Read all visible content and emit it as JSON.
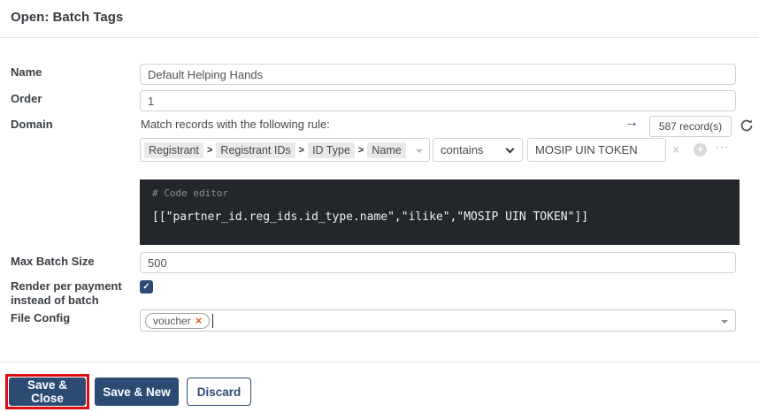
{
  "window": {
    "title": "Open: Batch Tags"
  },
  "form": {
    "name": {
      "label": "Name",
      "value": "Default Helping Hands"
    },
    "order": {
      "label": "Order",
      "value": "1"
    },
    "domain": {
      "label": "Domain",
      "intro": "Match records with the following rule:",
      "record_count": "587 record(s)",
      "rule": {
        "field_path": [
          "Registrant",
          "Registrant IDs",
          "ID Type",
          "Name"
        ],
        "operator": "contains",
        "value": "MOSIP UIN TOKEN"
      },
      "code_editor": {
        "comment": "# Code editor",
        "code": "[[\"partner_id.reg_ids.id_type.name\",\"ilike\",\"MOSIP UIN TOKEN\"]]"
      }
    },
    "max_batch_size": {
      "label": "Max Batch Size",
      "value": "500"
    },
    "render_per_payment": {
      "label": "Render per payment instead of batch",
      "checked": true
    },
    "file_config": {
      "label": "File Config",
      "tags": [
        "voucher"
      ]
    }
  },
  "footer": {
    "save_close_label": "Save & Close",
    "save_new_label": "Save & New",
    "discard_label": "Discard"
  },
  "icons": {
    "arrow_right": "→",
    "path_separator": ">",
    "delete_x": "×",
    "plus": "+",
    "ellipsis": "···",
    "checkmark": "✓",
    "tag_remove": "×"
  },
  "colors": {
    "primary": "#2d4a73",
    "highlight_red": "#df0e0e",
    "tag_remove_orange": "#e8590c",
    "editor_bg": "#23272b"
  }
}
